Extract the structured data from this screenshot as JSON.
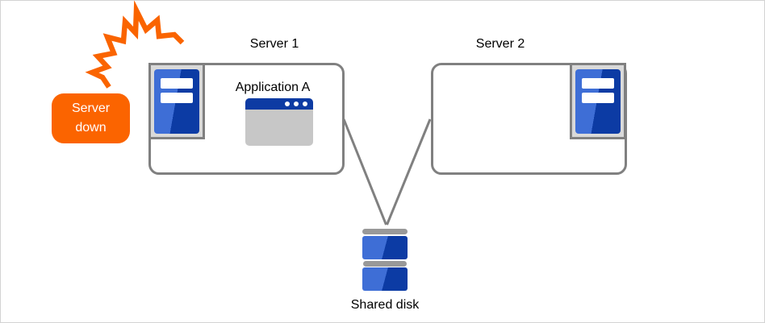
{
  "diagram": {
    "badge": {
      "label": "Server down"
    },
    "server1": {
      "label": "Server 1",
      "application": "Application A"
    },
    "server2": {
      "label": "Server 2"
    },
    "shared_disk": {
      "label": "Shared disk"
    },
    "connections": [
      {
        "from": "Server 1",
        "to": "Shared disk"
      },
      {
        "from": "Server 2",
        "to": "Shared disk"
      }
    ],
    "icons": {
      "failure": "explosion-zigzag-icon",
      "server1_unit": "server-tower-icon",
      "server2_unit": "server-tower-icon",
      "application": "application-window-icon",
      "storage": "disk-stack-icon"
    },
    "colors": {
      "status_orange": "#fb6400",
      "blue_dark": "#0c3ba4",
      "blue_light": "#3e6ed6",
      "connector_gray": "#808080",
      "frame_gray": "#d9d9d9",
      "window_body_gray": "#c7c7c7",
      "disk_bar_gray": "#999999"
    }
  }
}
